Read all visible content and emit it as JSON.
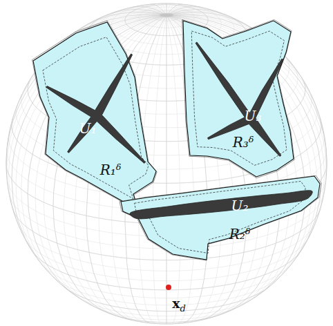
{
  "diagram": {
    "nodes": [
      {
        "text": [
          "R₁ᵟ"
        ]
      },
      {
        "text": [
          "U₁"
        ],
        "in": 0
      },
      {
        "text": [
          "R₃ᵟ"
        ]
      },
      {
        "text": [
          "U₃"
        ],
        "in": 2
      },
      {
        "text": [
          "R₂ᵟ"
        ]
      },
      {
        "text": [
          "U₂"
        ],
        "in": 4
      }
    ],
    "labels": [
      "xd"
    ]
  }
}
